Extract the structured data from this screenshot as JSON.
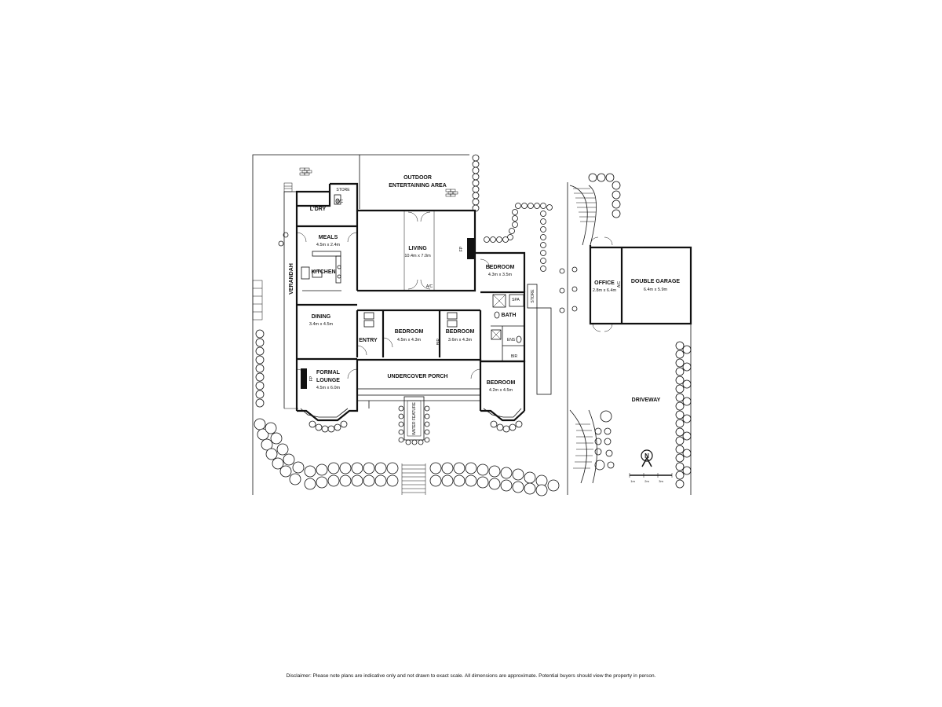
{
  "rooms": {
    "outdoor": "OUTDOOR",
    "entertaining": "ENTERTAINING AREA",
    "store_top": "STORE",
    "laundry": "L'DRY",
    "meals": "MEALS",
    "meals_dim": "4.5m x 2.4m",
    "living": "LIVING",
    "living_dim": "10.4m x 7.0m",
    "kitchen": "KITCHEN",
    "verandah": "VERANDAH",
    "bedroom1": "BEDROOM",
    "bedroom1_dim": "4.3m x 3.5m",
    "store_side": "STORE",
    "spa": "SPA",
    "bath": "BATH",
    "dining": "DINING",
    "dining_dim": "3.4m x 4.5m",
    "entry": "ENTRY",
    "bedroom2": "BEDROOM",
    "bedroom2_dim": "4.5m x 4.3m",
    "bedroom3": "BEDROOM",
    "bedroom3_dim": "3.6m x 4.3m",
    "ens": "ENS",
    "bir": "BIR",
    "bir2": "BIR",
    "formal1": "FORMAL",
    "formal2": "LOUNGE",
    "formal_dim": "4.5m x 6.0m",
    "porch": "UNDERCOVER PORCH",
    "bedroom4": "BEDROOM",
    "bedroom4_dim": "4.2m x 4.5m",
    "water": "WATER FEATURE",
    "office": "OFFICE",
    "office_dim": "2.8m x 6.4m",
    "garage": "DOUBLE GARAGE",
    "garage_dim": "6.4m x 5.9m",
    "driveway": "DRIVEWAY",
    "ac": "A/C",
    "ac2": "A/C",
    "fp": "FP",
    "fp2": "FP",
    "wc": "WC"
  },
  "scale": {
    "s1": "1m",
    "s2": "2m",
    "s3": "3m"
  },
  "compass": "N",
  "disclaimer": "Disclaimer: Please note plans are indicative only and not drawn to exact scale. All dimensions are approximate. Potential buyers should view the property in person."
}
